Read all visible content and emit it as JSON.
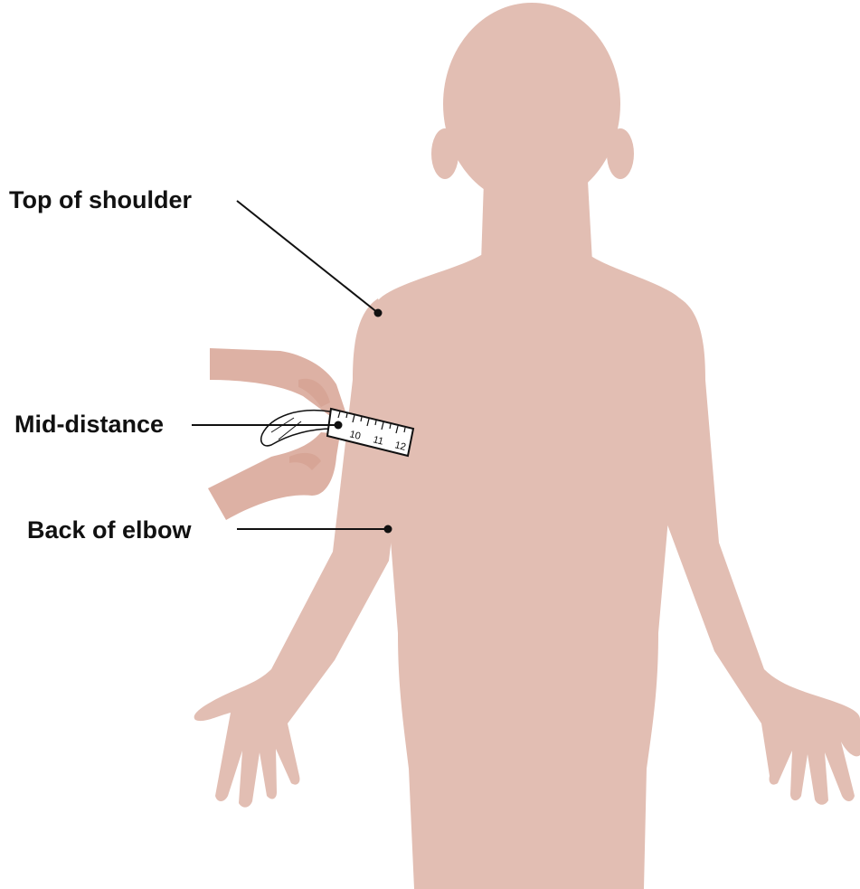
{
  "labels": {
    "top_of_shoulder": "Top of shoulder",
    "mid_distance": "Mid-distance",
    "back_of_elbow": "Back of elbow"
  },
  "tape": {
    "numbers": [
      "10",
      "11",
      "12"
    ]
  },
  "colors": {
    "skin": "#e2beb3",
    "hand": "#ddb1a4",
    "line": "#111111",
    "tape": "#ffffff"
  }
}
